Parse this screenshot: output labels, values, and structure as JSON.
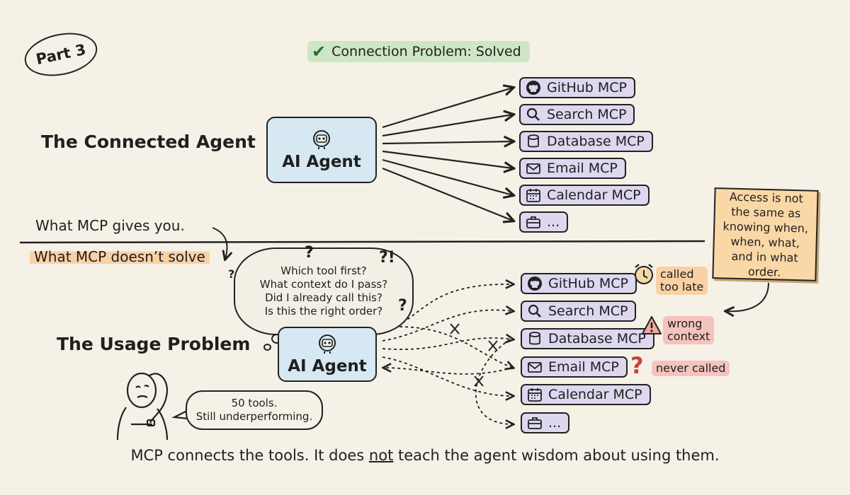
{
  "part_label": "Part 3",
  "banner": {
    "text": "Connection Problem: Solved",
    "icon": "checkmark-icon"
  },
  "top": {
    "section_title": "The Connected Agent",
    "agent_label": "AI Agent",
    "tools": [
      {
        "label": "GitHub MCP",
        "icon": "github-icon"
      },
      {
        "label": "Search MCP",
        "icon": "search-icon"
      },
      {
        "label": "Database MCP",
        "icon": "database-icon"
      },
      {
        "label": "Email MCP",
        "icon": "mail-icon"
      },
      {
        "label": "Calendar MCP",
        "icon": "calendar-icon"
      },
      {
        "label": "...",
        "icon": "toolbox-icon"
      }
    ]
  },
  "divider": {
    "above": "What MCP gives you.",
    "below": "What MCP doesn’t solve"
  },
  "bottom": {
    "section_title": "The Usage Problem",
    "agent_label": "AI Agent",
    "thoughts": [
      "Which tool first?",
      "What context do I pass?",
      "Did I already call this?",
      "Is this the right order?"
    ],
    "tools": [
      {
        "label": "GitHub MCP",
        "icon": "github-icon"
      },
      {
        "label": "Search MCP",
        "icon": "search-icon"
      },
      {
        "label": "Database MCP",
        "icon": "database-icon"
      },
      {
        "label": "Email MCP",
        "icon": "mail-icon"
      },
      {
        "label": "Calendar MCP",
        "icon": "calendar-icon"
      },
      {
        "label": "...",
        "icon": "toolbox-icon"
      }
    ],
    "problems": {
      "github": {
        "line1": "called",
        "line2": "too late",
        "icon": "alarm-clock-icon",
        "color": "#f9d1a5"
      },
      "database": {
        "line1": "wrong",
        "line2": "context",
        "icon": "warning-icon",
        "color": "#f5c3bd"
      },
      "email": {
        "line1": "never called",
        "icon": "question-mark-icon",
        "color": "#f5c3bd"
      }
    },
    "speech": {
      "line1": "50 tools.",
      "line2": "Still underperforming."
    }
  },
  "note": {
    "text": "Access is not the same as knowing when, when, what, and in what order.",
    "color": "#fad7a6"
  },
  "footer": {
    "before": "MCP connects the tools. It does ",
    "emph": "not",
    "after": " teach the agent wisdom about using them."
  },
  "colors": {
    "background": "#f6f1e6",
    "agent_fill": "#d6e8f2",
    "tool_fill": "#ddd7ef",
    "solved_fill": "#cfe6c4"
  }
}
